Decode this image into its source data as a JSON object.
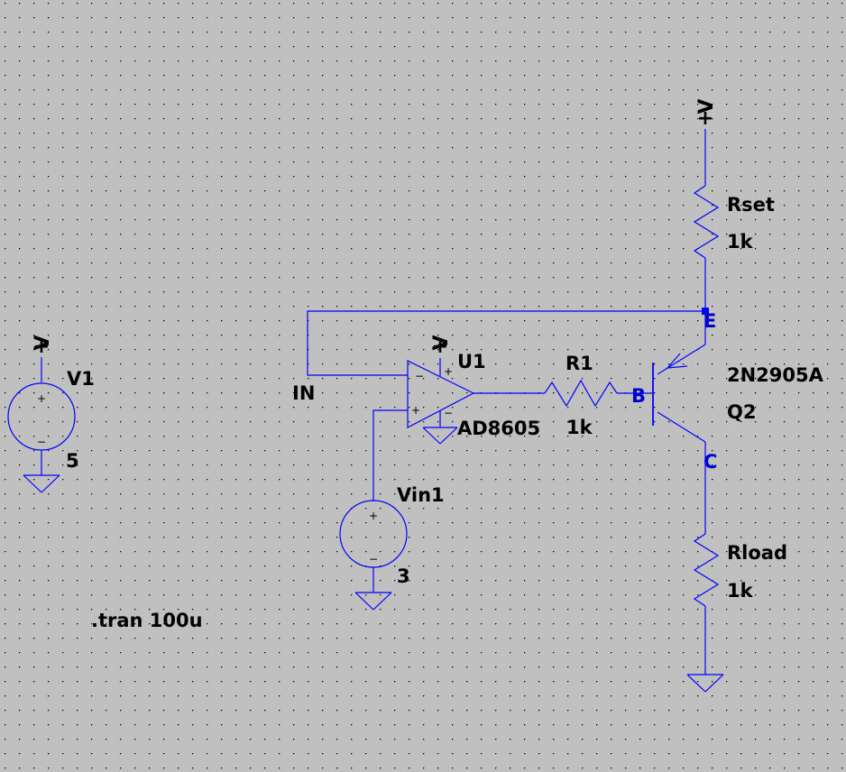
{
  "power": {
    "label": "V",
    "plus": "+"
  },
  "v1": {
    "name": "V1",
    "value": "5"
  },
  "vin1": {
    "name": "Vin1",
    "value": "3"
  },
  "u1": {
    "name": "U1",
    "model": "AD8605",
    "in_minus": "−",
    "in_plus": "+",
    "sup_plus": "+",
    "sup_minus": "−"
  },
  "r1": {
    "name": "R1",
    "value": "1k"
  },
  "rset": {
    "name": "Rset",
    "value": "1k"
  },
  "rload": {
    "name": "Rload",
    "value": "1k"
  },
  "q2": {
    "name": "Q2",
    "model": "2N2905A"
  },
  "pins": {
    "emitter": "E",
    "base": "B",
    "collector": "C"
  },
  "net_in": "IN",
  "directive": ".tran 100u",
  "colors": {
    "background": "#c0c0c0",
    "wire": "#0000ff",
    "grid_dot": "#000000",
    "pin_label": "#0000cc",
    "text": "#000000"
  }
}
